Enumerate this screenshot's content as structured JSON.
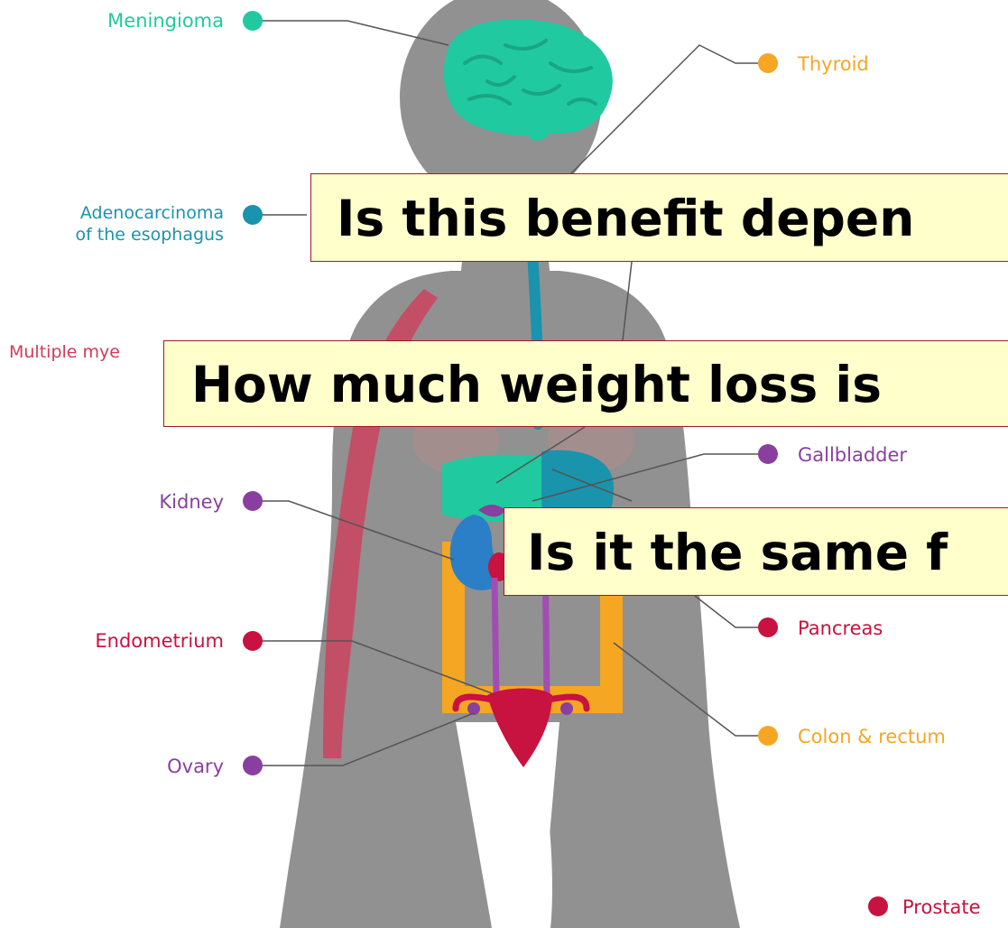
{
  "labels": {
    "meningioma": "Meningioma",
    "thyroid": "Thyroid",
    "esophagus_line1": "Adenocarcinoma",
    "esophagus_line2": "of the esophagus",
    "multiple_myeloma": "Multiple mye",
    "gallbladder": "Gallbladder",
    "kidney": "Kidney",
    "pancreas": "Pancreas",
    "endometrium": "Endometrium",
    "colon_rectum": "Colon & rectum",
    "ovary": "Ovary",
    "prostate": "Prostate"
  },
  "callouts": {
    "q1": "Is this benefit depen",
    "q2": "How much weight loss is",
    "q3": "Is it the same f"
  },
  "colors": {
    "body": "#919191",
    "teal": "#21c9a0",
    "blue_teal": "#1a93ad",
    "orange": "#f5a623",
    "purple": "#8a3fa0",
    "red": "#c8123f",
    "leader_line": "#555555",
    "callout_fill": "#ffffcc",
    "callout_border": "#a01a2a"
  }
}
